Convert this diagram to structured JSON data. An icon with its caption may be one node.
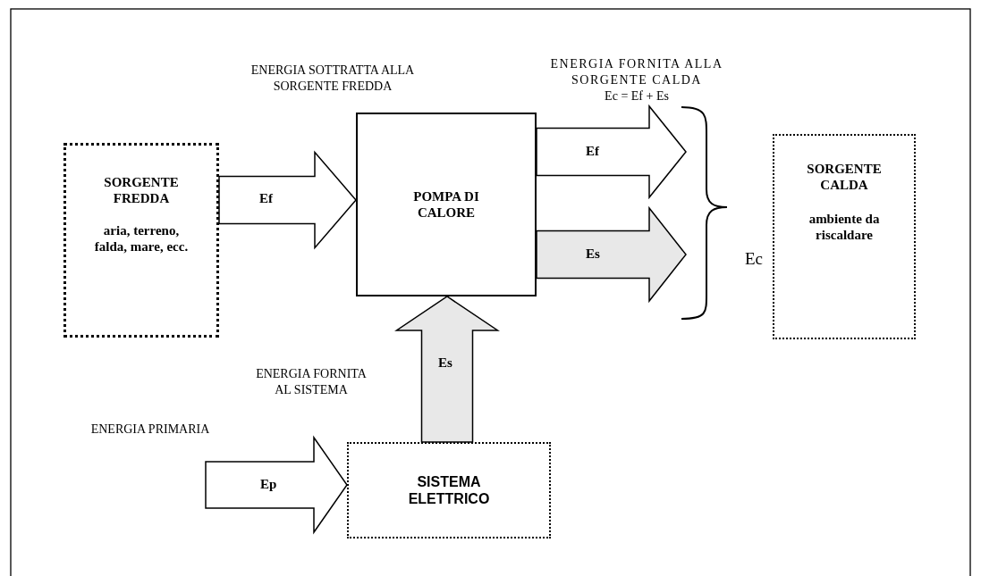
{
  "diagram": {
    "nodes": [
      {
        "text": [
          "SORGENTE FREDDA",
          "aria, terreno, falda, mare, ecc."
        ]
      },
      {
        "text": [
          "POMPA DI CALORE"
        ]
      },
      {
        "text": [
          "SORGENTE CALDA",
          "ambiente da riscaldare"
        ]
      },
      {
        "text": [
          "SISTEMA ELETTRICO"
        ]
      }
    ],
    "edges": [
      {
        "from": 0,
        "to": 1,
        "arrow": "to",
        "label": "Ef"
      },
      {
        "from": 1,
        "to": null,
        "arrow": "to",
        "label": "Ef"
      },
      {
        "from": 1,
        "to": null,
        "arrow": "to",
        "label": "Es",
        "color": "#e8e8e8"
      },
      {
        "from": 3,
        "to": 1,
        "arrow": "to",
        "label": "Es",
        "color": "#e8e8e8"
      },
      {
        "from": null,
        "to": 3,
        "arrow": "to",
        "label": "Ep"
      }
    ],
    "labels": [
      "ENERGIA SOTTRATTA ALLA SORGENTE FREDDA",
      "ENERGIA FORNITA ALLA SORGENTE CALDA",
      "Ec = Ef + Es",
      "Ec",
      "ENERGIA FORNITA AL SISTEMA",
      "ENERGIA PRIMARIA"
    ]
  }
}
